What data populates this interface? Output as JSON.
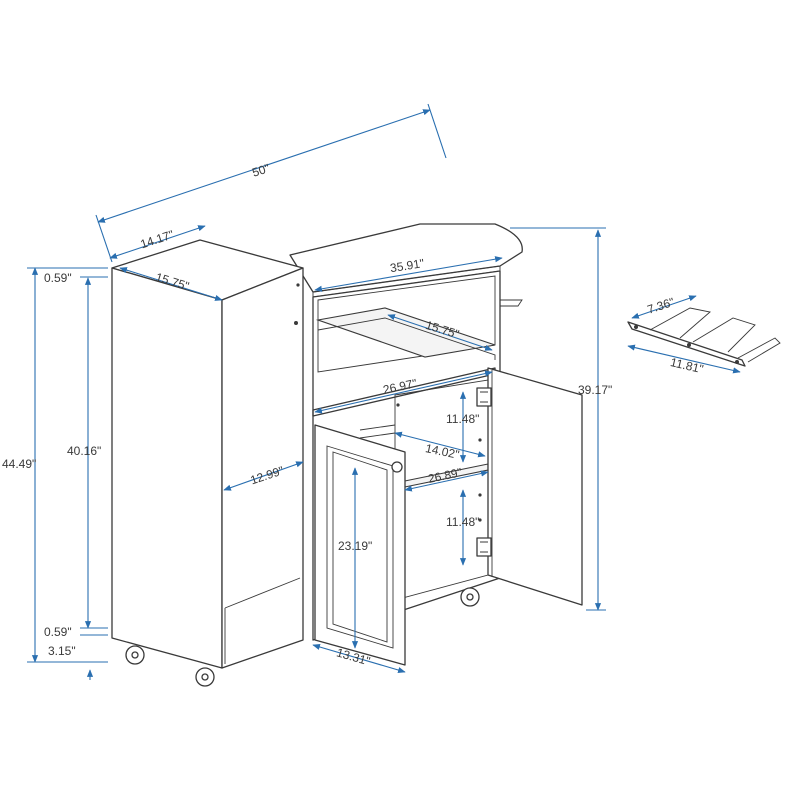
{
  "colors": {
    "dimension_line": "#2a6fb0",
    "outline": "#3a3a3a",
    "background": "#ffffff"
  },
  "dimensions": {
    "overall_width": "50\"",
    "side_cabinet_depth": "14.17\"",
    "side_cabinet_top_width": "15.75\"",
    "top_board_thickness": "0.59\"",
    "inner_height": "40.16\"",
    "overall_height": "44.49\"",
    "bottom_board_thickness": "0.59\"",
    "wheel_height": "3.15\"",
    "ironing_board_length": "35.91\"",
    "open_shelf_depth": "15.75\"",
    "cabinet_width": "26.97\"",
    "upper_compartment_height": "11.48\"",
    "shelf_width": "14.02\"",
    "inner_width": "26.89\"",
    "lower_compartment_height": "11.48\"",
    "side_cabinet_inner_depth": "12.99\"",
    "door_height": "23.19\"",
    "door_width": "13.31\"",
    "cabinet_height": "39.17\"",
    "rack_spacing": "7.36\"",
    "rack_length": "11.81\""
  }
}
